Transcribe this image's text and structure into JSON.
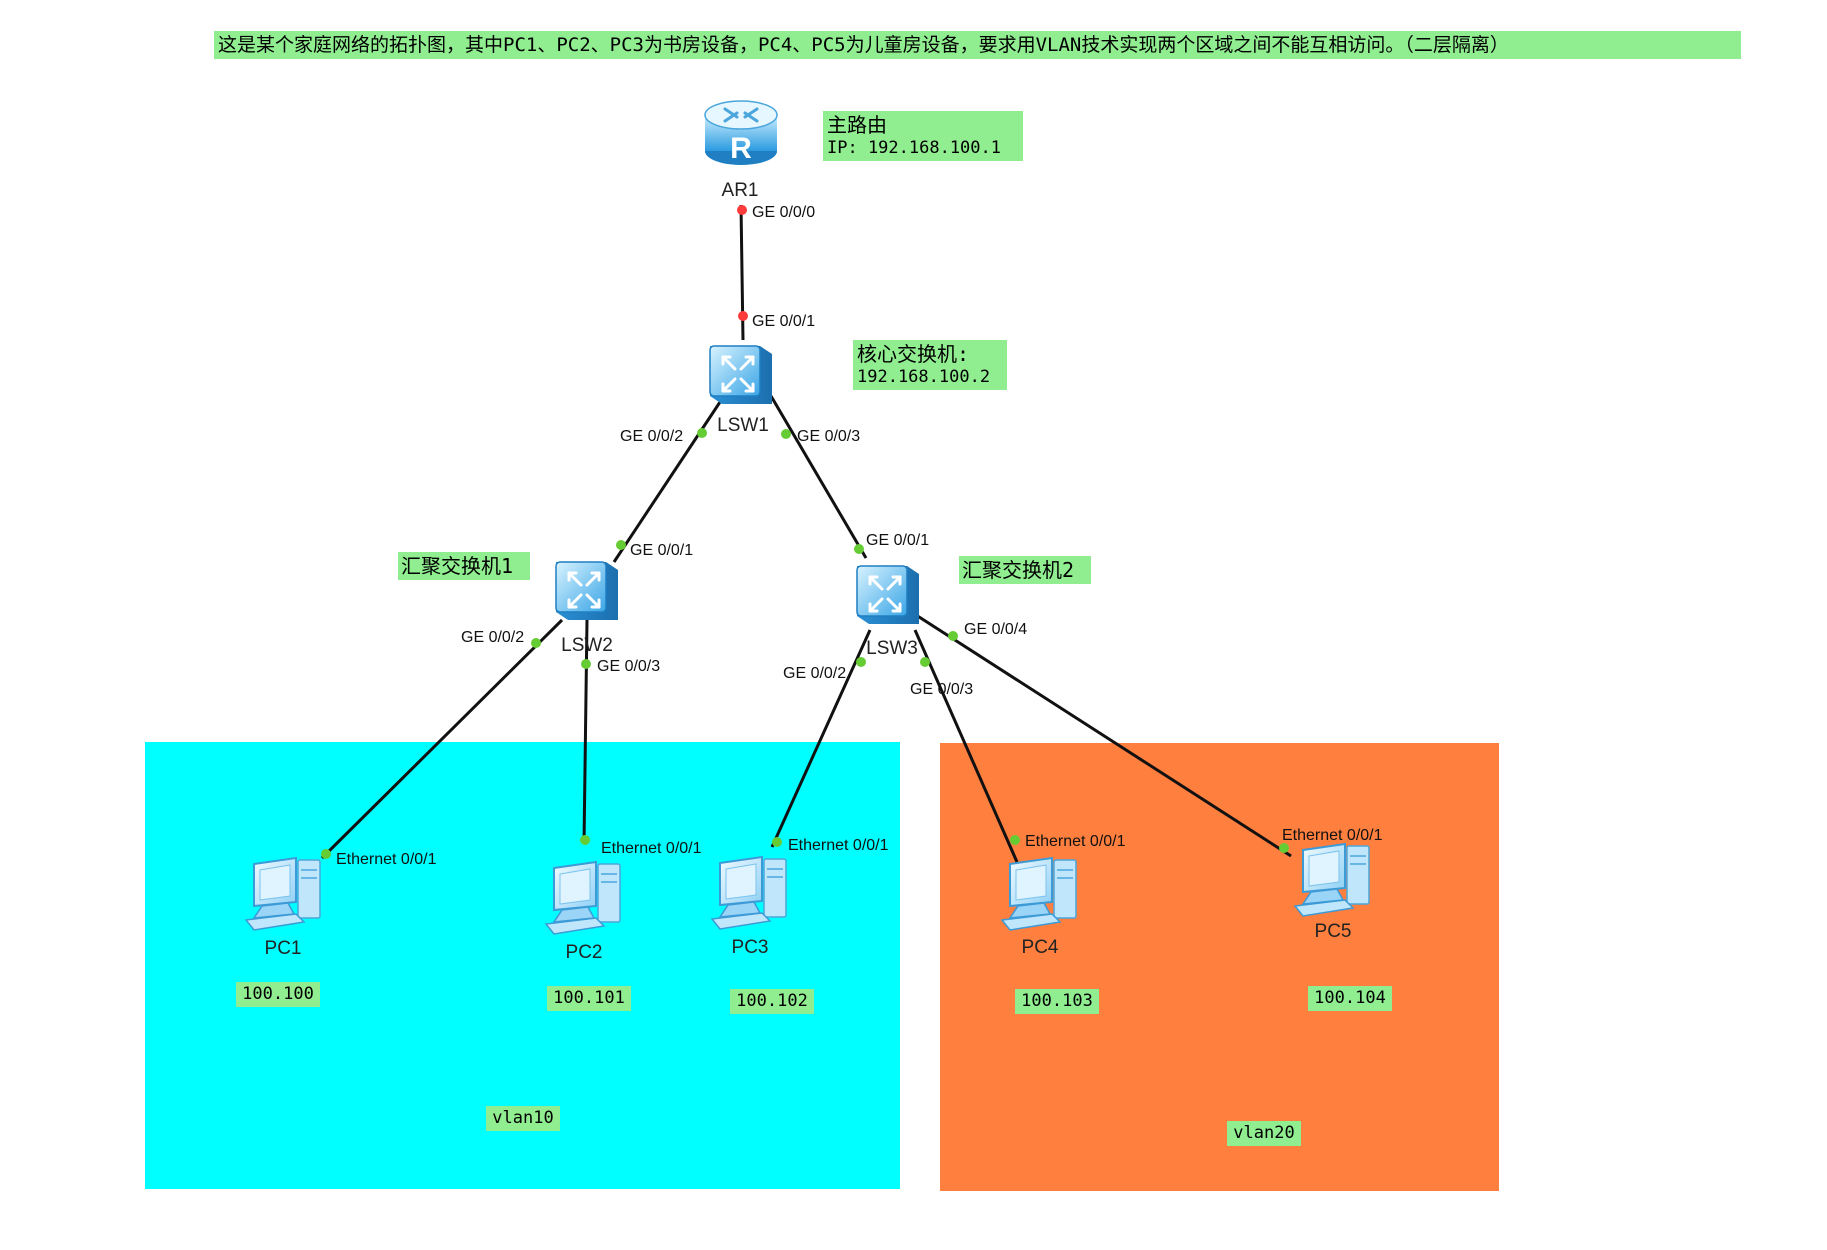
{
  "title": "这是某个家庭网络的拓扑图，其中PC1、PC2、PC3为书房设备，PC4、PC5为儿童房设备，要求用VLAN技术实现两个区域之间不能互相访问。（二层隔离）",
  "notes": {
    "router_name": "主路由",
    "router_ip": "IP: 192.168.100.1",
    "core_name": "核心交换机:",
    "core_ip": "192.168.100.2",
    "agg1": "汇聚交换机1",
    "agg2": "汇聚交换机2",
    "pc1_ip": "100.100",
    "pc2_ip": "100.101",
    "pc3_ip": "100.102",
    "pc4_ip": "100.103",
    "pc5_ip": "100.104",
    "vlan10": "vlan10",
    "vlan20": "vlan20"
  },
  "devices": {
    "ar1": "AR1",
    "lsw1": "LSW1",
    "lsw2": "LSW2",
    "lsw3": "LSW3",
    "pc1": "PC1",
    "pc2": "PC2",
    "pc3": "PC3",
    "pc4": "PC4",
    "pc5": "PC5"
  },
  "ports": {
    "ar1_g000": "GE 0/0/0",
    "lsw1_g001": "GE 0/0/1",
    "lsw1_g002": "GE 0/0/2",
    "lsw1_g003": "GE 0/0/3",
    "lsw2_g001": "GE 0/0/1",
    "lsw2_g002": "GE 0/0/2",
    "lsw2_g003": "GE 0/0/3",
    "lsw3_g001": "GE 0/0/1",
    "lsw3_g002": "GE 0/0/2",
    "lsw3_g003": "GE 0/0/3",
    "lsw3_g004": "GE 0/0/4",
    "pc1_eth": "Ethernet 0/0/1",
    "pc2_eth": "Ethernet 0/0/1",
    "pc3_eth": "Ethernet 0/0/1",
    "pc4_eth": "Ethernet 0/0/1",
    "pc5_eth": "Ethernet 0/0/1"
  },
  "colors": {
    "vlan10_zone": "#00ffff",
    "vlan20_zone": "#ff7f3f",
    "note_bg": "#90ee90",
    "port_down": "#ff3b3b",
    "port_up": "#66cc33"
  },
  "icons": {
    "router": "router-icon",
    "switch": "switch-icon",
    "pc": "pc-icon"
  }
}
